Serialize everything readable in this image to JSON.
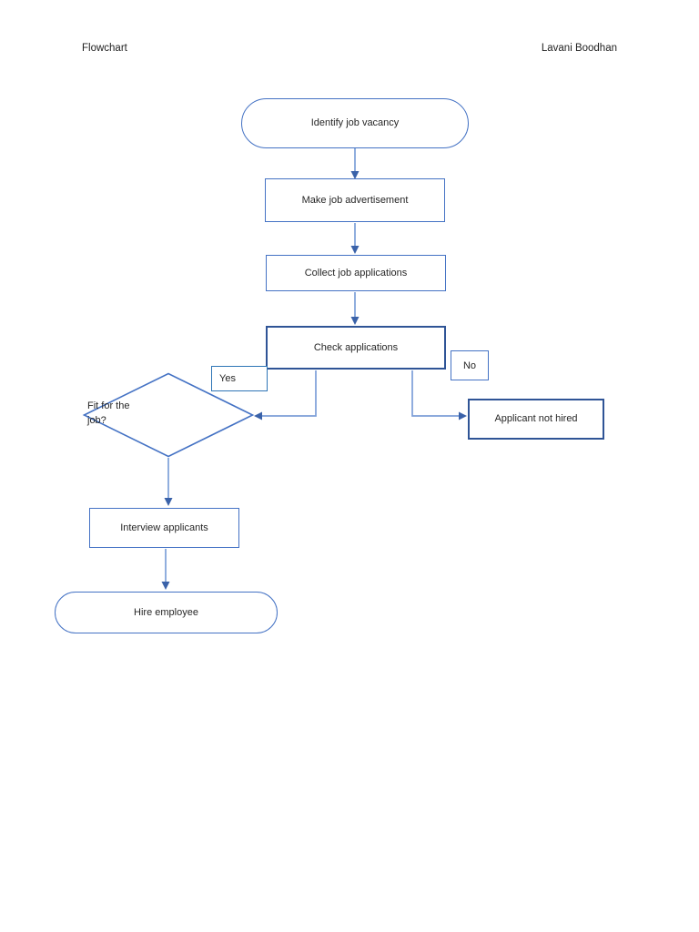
{
  "page": {
    "header_left": "Flowchart",
    "header_right": "Lavani Boodhan"
  },
  "flowchart": {
    "type": "flowchart",
    "nodes": {
      "identify": {
        "label": "Identify job vacancy",
        "shape": "terminator"
      },
      "advertise": {
        "label": "Make job advertisement",
        "shape": "process"
      },
      "collect": {
        "label": "Collect job applications",
        "shape": "process"
      },
      "check": {
        "label": "Check applications",
        "shape": "process"
      },
      "decision": {
        "label": "Fit for the job?",
        "shape": "decision"
      },
      "yes_tag": {
        "label": "Yes",
        "shape": "label"
      },
      "no_tag": {
        "label": "No",
        "shape": "label"
      },
      "not_hired": {
        "label": "Applicant not hired",
        "shape": "process"
      },
      "interview": {
        "label": "Interview applicants",
        "shape": "process"
      },
      "hire": {
        "label": "Hire employee",
        "shape": "terminator"
      }
    },
    "edges": [
      "identify -> advertise",
      "advertise -> collect",
      "collect -> check",
      "check -> decision (Yes)",
      "check -> not_hired (No)",
      "decision -> interview",
      "interview -> hire"
    ],
    "colors": {
      "shape_outline": "#4472C4",
      "emphasis_outline": "#2F5496",
      "yes_box_outline": "#2E75B6",
      "connector_stem": "#7D9FD8",
      "arrowhead": "#3A62A9",
      "text": "#262626",
      "background": "#FFFFFF"
    }
  }
}
